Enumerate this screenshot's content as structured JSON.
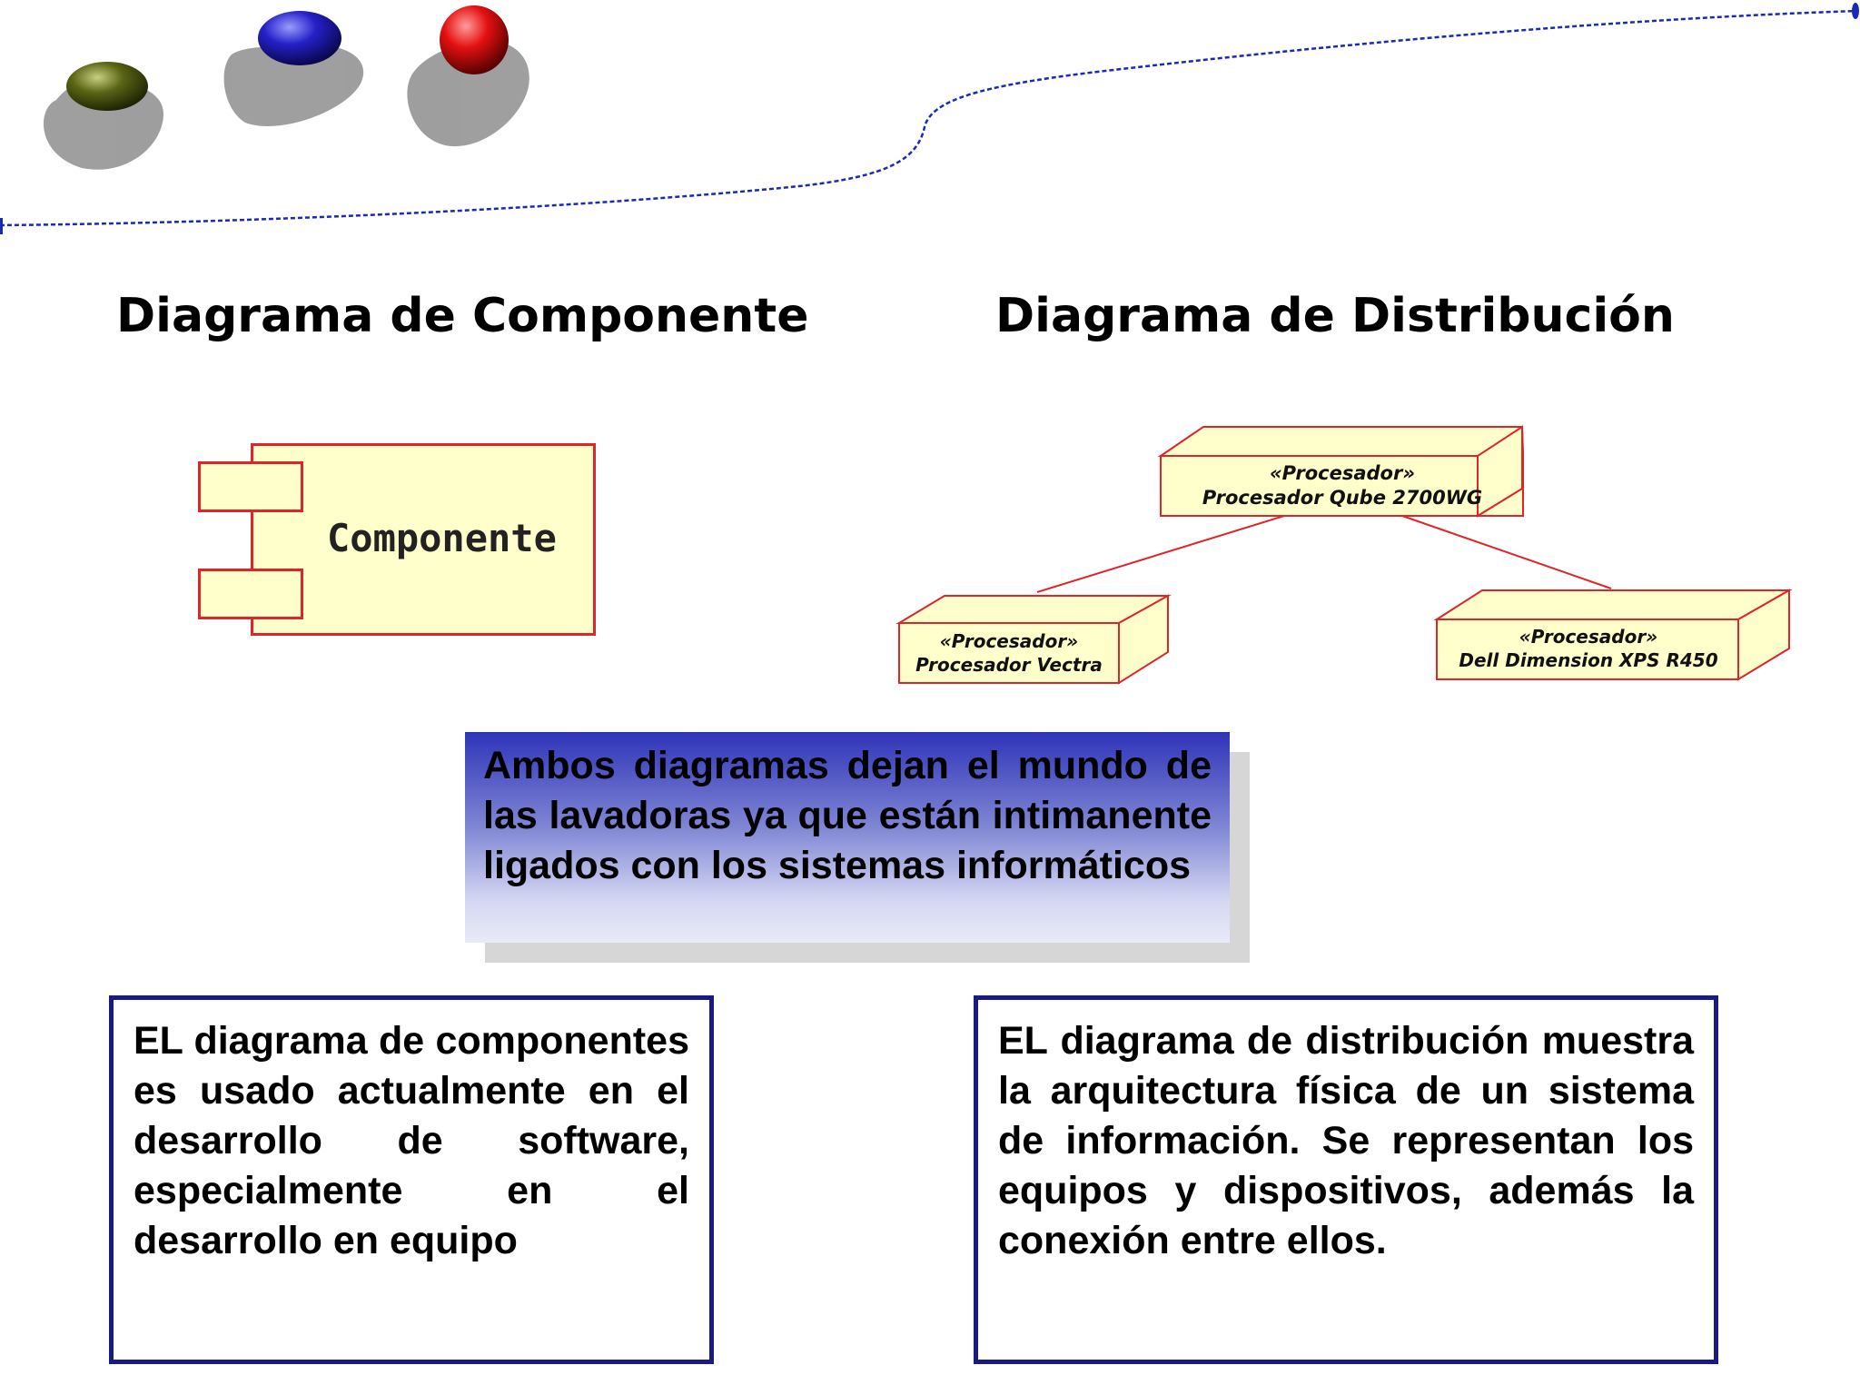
{
  "titles": {
    "left": "Diagrama de Componente",
    "right": "Diagrama de Distribución"
  },
  "component": {
    "label": "Componente",
    "fill_color": "#ffffcc",
    "border_color": "#e0252a"
  },
  "distribution": {
    "nodes": [
      {
        "stereotype": "«Procesador»",
        "name": "Procesador Qube 2700WG"
      },
      {
        "stereotype": "«Procesador»",
        "name": "Procesador Vectra"
      },
      {
        "stereotype": "«Procesador»",
        "name": "Dell Dimension XPS R450"
      }
    ],
    "line_color": "#e0252a"
  },
  "note": {
    "text": "Ambos diagramas dejan el mundo de las lavadoras ya que están intimanente ligados con los sistemas informáticos"
  },
  "descriptions": {
    "left": "EL diagrama de componentes es usado actualmente en el desarrollo de software, especialmente en el desarrollo en equipo",
    "right": "EL diagrama de distribución muestra la arquitectura física de un sistema de información. Se representan los equipos y dispositivos, además la conexión entre ellos."
  },
  "decoration": {
    "spheres": [
      {
        "icon": "olive-sphere-icon",
        "color": "#4d5a10"
      },
      {
        "icon": "blue-sphere-icon",
        "color": "#1c1ab4"
      },
      {
        "icon": "red-sphere-icon",
        "color": "#e21010"
      }
    ],
    "curve_color": "#1a2ab8"
  }
}
